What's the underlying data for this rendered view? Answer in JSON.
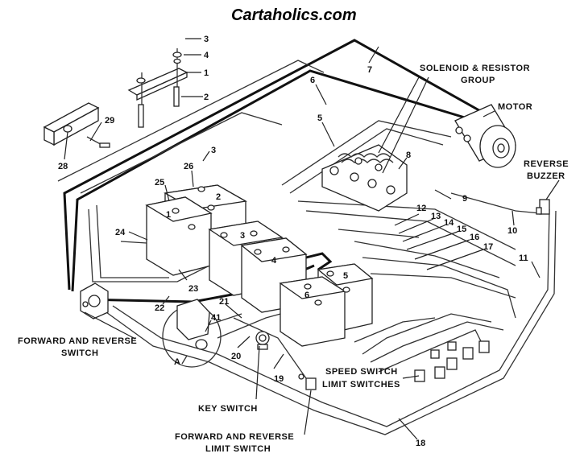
{
  "header": {
    "site_title": "Cartaholics.com"
  },
  "labels": {
    "solenoid_line1": "SOLENOID & RESISTOR",
    "solenoid_line2": "GROUP",
    "motor": "MOTOR",
    "reverse_line1": "REVERSE",
    "reverse_line2": "BUZZER",
    "fr_switch_line1": "FORWARD AND REVERSE",
    "fr_switch_line2": "SWITCH",
    "key_switch": "KEY  SWITCH",
    "speed_line1": "SPEED SWITCH",
    "speed_line2": "LIMIT SWITCHES",
    "fr_limit_line1": "FORWARD AND REVERSE",
    "fr_limit_line2": "LIMIT SWITCH",
    "detail_a": "A"
  },
  "callouts": {
    "n1": "1",
    "n2": "2",
    "n3": "3",
    "n3b": "3",
    "n4": "4",
    "n5": "5",
    "n6": "6",
    "n7": "7",
    "n8": "8",
    "n9": "9",
    "n10": "10",
    "n11": "11",
    "n12": "12",
    "n13": "13",
    "n14": "14",
    "n15": "15",
    "n16": "16",
    "n17": "17",
    "n18": "18",
    "n19": "19",
    "n20": "20",
    "n21": "21",
    "n22": "22",
    "n23": "23",
    "n24": "24",
    "n25": "25",
    "n26": "26",
    "n28": "28",
    "n29": "29",
    "n41": "41"
  },
  "battery_labels": {
    "b1": "1",
    "b2": "2",
    "b3": "3",
    "b4": "4",
    "b5": "5",
    "b6": "6"
  }
}
